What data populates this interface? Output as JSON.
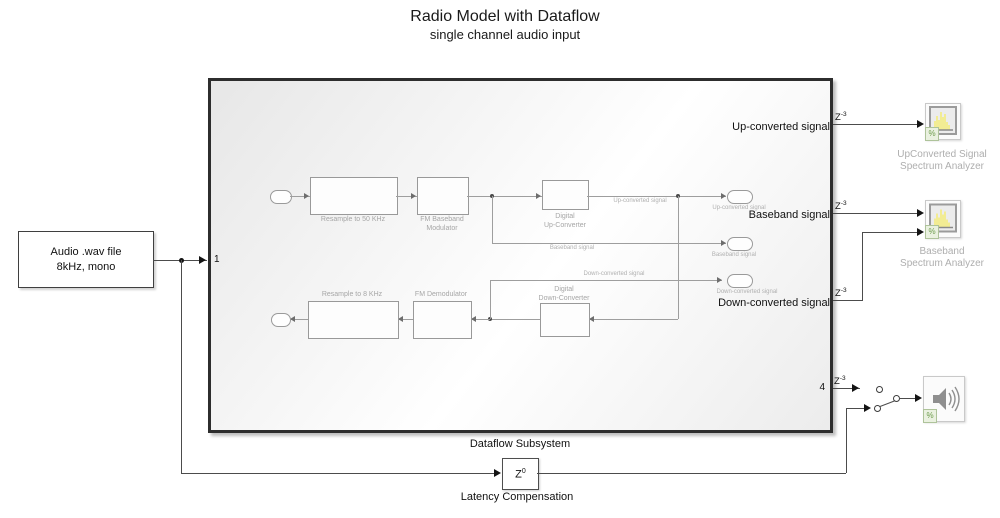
{
  "title": {
    "main": "Radio Model with Dataflow",
    "subtitle": "single channel audio input"
  },
  "audio_source": {
    "line1": "Audio .wav file",
    "line2": "8kHz, mono"
  },
  "subsystem": {
    "label": "Dataflow Subsystem",
    "port_labels": {
      "in": "1",
      "up": "Up-converted signal",
      "baseband": "Baseband signal",
      "down": "Down-converted signal",
      "audio_out": "4"
    },
    "blocks": {
      "resample50": "Resample to 50 KHz",
      "fm_mod": [
        "FM Baseband",
        "Modulator"
      ],
      "duc": [
        "Digital",
        "Up-Converter"
      ],
      "ddc": [
        "Digital",
        "Down-Converter"
      ],
      "fm_demod": "FM Demodulator",
      "resample8": "Resample to 8 KHz"
    },
    "wire_labels": {
      "up": "Up-converted signal",
      "baseband": "Baseband signal",
      "down": "Down-converted signal"
    },
    "outports": {
      "up": "Up-converted signal",
      "baseband": "Baseband signal",
      "down": "Down-converted signal"
    }
  },
  "delays": {
    "base": "Z",
    "exp": "-3",
    "latency": {
      "base": "Z",
      "exp": "0",
      "label": "Latency Compensation"
    }
  },
  "analyzers": {
    "upconverted": {
      "name1": "UpConverted Signal",
      "name2": "Spectrum Analyzer"
    },
    "baseband": {
      "name1": "Baseband",
      "name2": "Spectrum Analyzer"
    }
  },
  "badge": "%",
  "colors": {
    "spectrum_yellow": "#f2ec93",
    "badge_green": "#6f9d4f",
    "wire": "#4c4c4c",
    "preview_gray": "#9e9e9e"
  }
}
